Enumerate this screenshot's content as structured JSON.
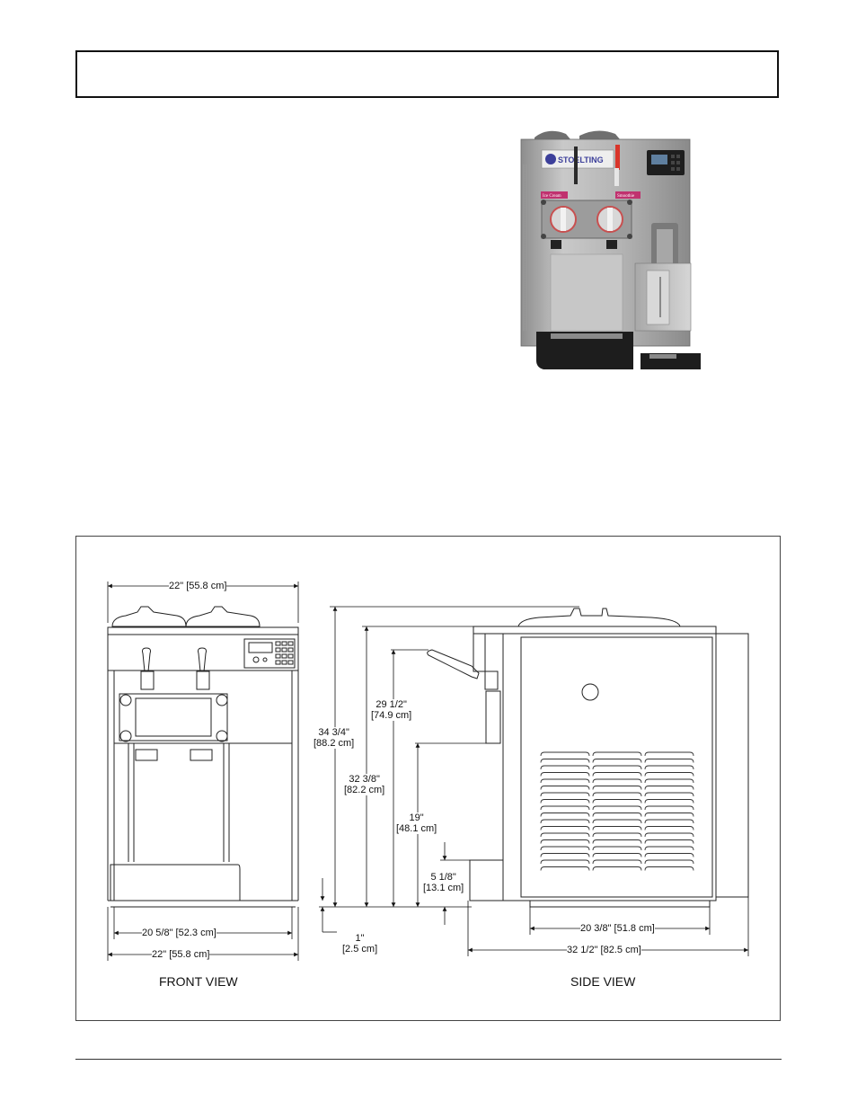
{
  "photo": {
    "brand": "STOELTING",
    "left_label": "Ice Cream",
    "right_label": "Smoothie"
  },
  "drawing": {
    "front": {
      "top_width": "22\" [55.8 cm]",
      "inner_width": "20 5/8\" [52.3 cm]",
      "bottom_width": "22\" [55.8 cm]",
      "label": "FRONT VIEW"
    },
    "heights": {
      "overall": [
        "34 3/4\"",
        "[88.2 cm]"
      ],
      "body": [
        "32 3/8\"",
        "[82.2 cm]"
      ],
      "spout": [
        "29 1/2\"",
        "[74.9 cm]"
      ],
      "cup": [
        "19\"",
        "[48.1 cm]"
      ],
      "drip": [
        "5 1/8\"",
        "[13.1 cm]"
      ],
      "leg": [
        "1\"",
        "[2.5 cm]"
      ]
    },
    "side": {
      "base_depth": "20 3/8\" [51.8 cm]",
      "overall_depth": "32 1/2\" [82.5 cm]",
      "label": "SIDE VIEW"
    }
  }
}
